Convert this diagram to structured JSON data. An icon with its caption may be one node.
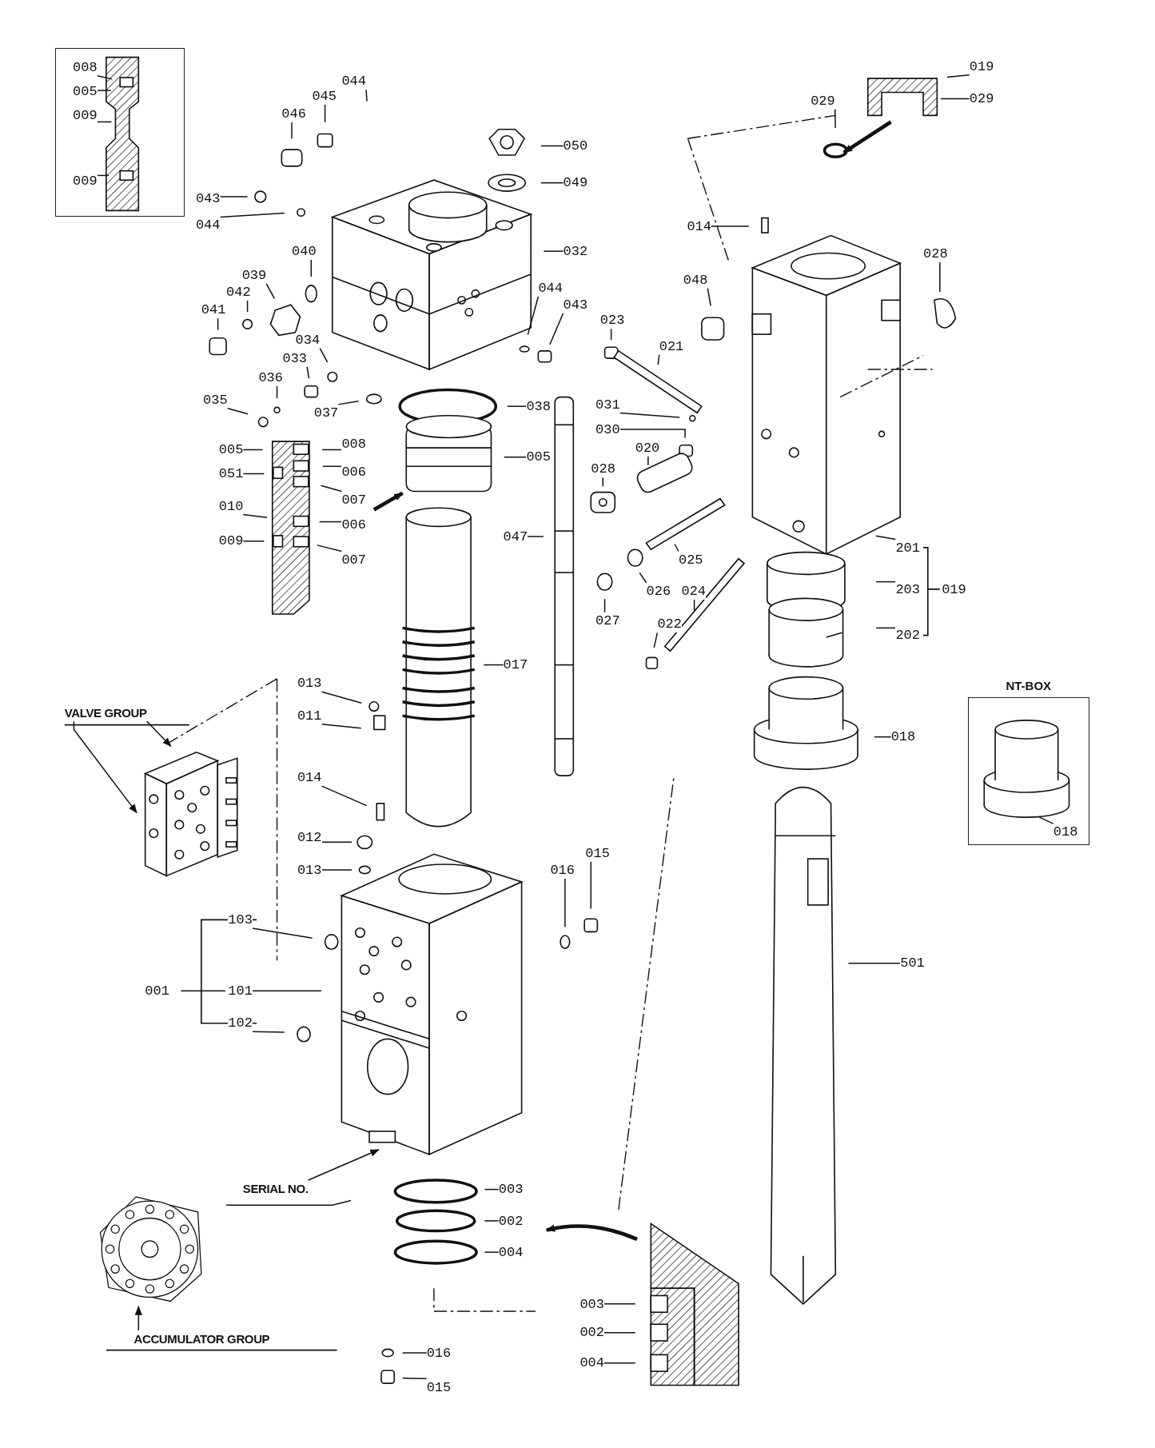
{
  "diagram": {
    "nodes": [
      {
        "text": [],
        "shape": "box"
      },
      {
        "text": [
          "008"
        ],
        "in": 0
      },
      {
        "text": [
          "005"
        ],
        "in": 0
      },
      {
        "text": [
          "009"
        ],
        "in": 0
      },
      {
        "text": [
          "009"
        ],
        "in": 0
      },
      {
        "text": [
          "044"
        ]
      },
      {
        "text": [
          "045"
        ]
      },
      {
        "text": [
          "046"
        ]
      },
      {
        "text": [
          "050"
        ]
      },
      {
        "text": [
          "049"
        ]
      },
      {
        "text": [
          "043"
        ]
      },
      {
        "text": [
          "044"
        ]
      },
      {
        "text": [
          "032"
        ]
      },
      {
        "text": [
          "040"
        ]
      },
      {
        "text": [
          "039"
        ]
      },
      {
        "text": [
          "042"
        ]
      },
      {
        "text": [
          "041"
        ]
      },
      {
        "text": [
          "044"
        ]
      },
      {
        "text": [
          "043"
        ]
      },
      {
        "text": [
          "034"
        ]
      },
      {
        "text": [
          "033"
        ]
      },
      {
        "text": [
          "036"
        ]
      },
      {
        "text": [
          "035"
        ]
      },
      {
        "text": [
          "037"
        ]
      },
      {
        "text": [
          "038"
        ]
      },
      {
        "text": [
          "005"
        ]
      },
      {
        "text": [
          "005"
        ]
      },
      {
        "text": [
          "051"
        ]
      },
      {
        "text": [
          "010"
        ]
      },
      {
        "text": [
          "009"
        ]
      },
      {
        "text": [
          "008"
        ]
      },
      {
        "text": [
          "006"
        ]
      },
      {
        "text": [
          "007"
        ]
      },
      {
        "text": [
          "006"
        ]
      },
      {
        "text": [
          "007"
        ]
      },
      {
        "text": [
          "047"
        ]
      },
      {
        "text": [
          "017"
        ]
      },
      {
        "text": [
          "013"
        ]
      },
      {
        "text": [
          "011"
        ]
      },
      {
        "text": [
          "014"
        ]
      },
      {
        "text": [
          "012"
        ]
      },
      {
        "text": [
          "013"
        ]
      },
      {
        "text": [
          "016"
        ]
      },
      {
        "text": [
          "015"
        ]
      },
      {
        "text": [
          "103"
        ]
      },
      {
        "text": [
          "001"
        ]
      },
      {
        "text": [
          "101"
        ]
      },
      {
        "text": [
          "102"
        ]
      },
      {
        "text": [
          "003"
        ]
      },
      {
        "text": [
          "002"
        ]
      },
      {
        "text": [
          "004"
        ]
      },
      {
        "text": [
          "016"
        ]
      },
      {
        "text": [
          "015"
        ]
      },
      {
        "text": [
          "003"
        ]
      },
      {
        "text": [
          "002"
        ]
      },
      {
        "text": [
          "004"
        ]
      },
      {
        "text": [
          "019"
        ]
      },
      {
        "text": [
          "029"
        ]
      },
      {
        "text": [
          "029"
        ]
      },
      {
        "text": [
          "014"
        ]
      },
      {
        "text": [
          "048"
        ]
      },
      {
        "text": [
          "028"
        ]
      },
      {
        "text": [
          "023"
        ]
      },
      {
        "text": [
          "021"
        ]
      },
      {
        "text": [
          "031"
        ]
      },
      {
        "text": [
          "030"
        ]
      },
      {
        "text": [
          "020"
        ]
      },
      {
        "text": [
          "028"
        ]
      },
      {
        "text": [
          "025"
        ]
      },
      {
        "text": [
          "026"
        ]
      },
      {
        "text": [
          "027"
        ]
      },
      {
        "text": [
          "024"
        ]
      },
      {
        "text": [
          "022"
        ]
      },
      {
        "text": [
          "201"
        ]
      },
      {
        "text": [
          "203"
        ]
      },
      {
        "text": [
          "202"
        ]
      },
      {
        "text": [
          "019"
        ]
      },
      {
        "text": [
          "018"
        ]
      },
      {
        "text": [
          "NT-BOX"
        ]
      },
      {
        "text": [
          "018"
        ],
        "in": 78
      },
      {
        "text": [
          "501"
        ]
      },
      {
        "text": [
          "VALVE GROUP"
        ]
      },
      {
        "text": [],
        "shape": "picture"
      },
      {
        "text": [
          "SERIAL NO."
        ]
      },
      {
        "text": [],
        "shape": "picture"
      },
      {
        "text": [
          "ACCUMULATOR GROUP"
        ]
      }
    ],
    "edges": [
      {
        "from": 1,
        "to": null,
        "arrow": "none"
      },
      {
        "from": 2,
        "to": null,
        "arrow": "none"
      },
      {
        "from": 3,
        "to": null,
        "arrow": "none"
      },
      {
        "from": 4,
        "to": null,
        "arrow": "none"
      },
      {
        "from": 5,
        "to": null,
        "arrow": "none"
      },
      {
        "from": 6,
        "to": null,
        "arrow": "none"
      },
      {
        "from": 7,
        "to": null,
        "arrow": "none"
      },
      {
        "from": 8,
        "to": null,
        "arrow": "none"
      },
      {
        "from": 9,
        "to": null,
        "arrow": "none"
      },
      {
        "from": 10,
        "to": null,
        "arrow": "none"
      },
      {
        "from": 11,
        "to": null,
        "arrow": "none"
      },
      {
        "from": 12,
        "to": null,
        "arrow": "none"
      },
      {
        "from": 13,
        "to": null,
        "arrow": "none"
      },
      {
        "from": 14,
        "to": null,
        "arrow": "none"
      },
      {
        "from": 15,
        "to": null,
        "arrow": "none"
      },
      {
        "from": 16,
        "to": null,
        "arrow": "none"
      },
      {
        "from": 17,
        "to": null,
        "arrow": "none"
      },
      {
        "from": 18,
        "to": null,
        "arrow": "none"
      },
      {
        "from": 19,
        "to": null,
        "arrow": "none"
      },
      {
        "from": 20,
        "to": null,
        "arrow": "none"
      },
      {
        "from": 21,
        "to": null,
        "arrow": "none"
      },
      {
        "from": 22,
        "to": null,
        "arrow": "none"
      },
      {
        "from": 23,
        "to": null,
        "arrow": "none"
      },
      {
        "from": 24,
        "to": null,
        "arrow": "none"
      },
      {
        "from": 25,
        "to": null,
        "arrow": "none"
      },
      {
        "from": 26,
        "to": null,
        "arrow": "none"
      },
      {
        "from": 27,
        "to": null,
        "arrow": "none"
      },
      {
        "from": 28,
        "to": null,
        "arrow": "none"
      },
      {
        "from": 29,
        "to": null,
        "arrow": "none"
      },
      {
        "from": 30,
        "to": null,
        "arrow": "none"
      },
      {
        "from": 31,
        "to": null,
        "arrow": "none"
      },
      {
        "from": 32,
        "to": null,
        "arrow": "none"
      },
      {
        "from": 33,
        "to": null,
        "arrow": "none"
      },
      {
        "from": 34,
        "to": null,
        "arrow": "none"
      },
      {
        "from": 35,
        "to": null,
        "arrow": "none"
      },
      {
        "from": 36,
        "to": null,
        "arrow": "none"
      },
      {
        "from": 37,
        "to": null,
        "arrow": "none"
      },
      {
        "from": 38,
        "to": null,
        "arrow": "none"
      },
      {
        "from": 39,
        "to": null,
        "arrow": "none"
      },
      {
        "from": 40,
        "to": null,
        "arrow": "none"
      },
      {
        "from": 41,
        "to": null,
        "arrow": "none"
      },
      {
        "from": 42,
        "to": null,
        "arrow": "none"
      },
      {
        "from": 43,
        "to": null,
        "arrow": "none"
      },
      {
        "from": 44,
        "to": null,
        "arrow": "none"
      },
      {
        "from": 46,
        "to": null,
        "arrow": "none"
      },
      {
        "from": 47,
        "to": null,
        "arrow": "none"
      },
      {
        "from": 48,
        "to": null,
        "arrow": "none"
      },
      {
        "from": 49,
        "to": null,
        "arrow": "none"
      },
      {
        "from": 50,
        "to": null,
        "arrow": "none"
      },
      {
        "from": 51,
        "to": null,
        "arrow": "none"
      },
      {
        "from": 52,
        "to": null,
        "arrow": "none"
      },
      {
        "from": 53,
        "to": null,
        "arrow": "none"
      },
      {
        "from": 54,
        "to": null,
        "arrow": "none"
      },
      {
        "from": 55,
        "to": null,
        "arrow": "none"
      },
      {
        "from": 56,
        "to": null,
        "arrow": "none"
      },
      {
        "from": 57,
        "to": null,
        "arrow": "none"
      },
      {
        "from": 58,
        "to": null,
        "arrow": "none"
      },
      {
        "from": 59,
        "to": null,
        "arrow": "none"
      },
      {
        "from": 60,
        "to": null,
        "arrow": "none"
      },
      {
        "from": 61,
        "to": null,
        "arrow": "none"
      },
      {
        "from": 62,
        "to": null,
        "arrow": "none"
      },
      {
        "from": 63,
        "to": null,
        "arrow": "none"
      },
      {
        "from": 64,
        "to": null,
        "arrow": "none"
      },
      {
        "from": 65,
        "to": null,
        "arrow": "none"
      },
      {
        "from": 66,
        "to": null,
        "arrow": "none"
      },
      {
        "from": 67,
        "to": null,
        "arrow": "none"
      },
      {
        "from": 68,
        "to": null,
        "arrow": "none"
      },
      {
        "from": 69,
        "to": null,
        "arrow": "none"
      },
      {
        "from": 70,
        "to": null,
        "arrow": "none"
      },
      {
        "from": 71,
        "to": null,
        "arrow": "none"
      },
      {
        "from": 72,
        "to": null,
        "arrow": "none"
      },
      {
        "from": 73,
        "to": null,
        "arrow": "none"
      },
      {
        "from": 74,
        "to": null,
        "arrow": "none"
      },
      {
        "from": 75,
        "to": null,
        "arrow": "none"
      },
      {
        "from": 77,
        "to": null,
        "arrow": "none"
      },
      {
        "from": 79,
        "to": null,
        "arrow": "none"
      },
      {
        "from": 80,
        "to": null,
        "arrow": "none"
      },
      {
        "from": 83,
        "to": null,
        "arrow": "to"
      },
      {
        "from": 81,
        "to": 82,
        "arrow": "to"
      },
      {
        "from": 81,
        "to": 82,
        "arrow": "to"
      },
      {
        "from": 85,
        "to": 84,
        "arrow": "to"
      }
    ]
  }
}
